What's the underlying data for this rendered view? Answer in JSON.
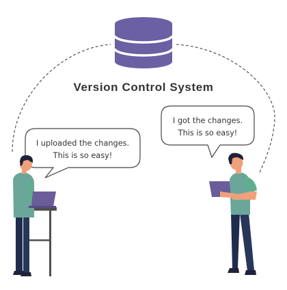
{
  "title": "Version Control System",
  "left_bubble": {
    "line1": "I uploaded the changes.",
    "line2": "This is so easy!"
  },
  "right_bubble": {
    "line1": "I got the changes.",
    "line2": "This is so easy!"
  },
  "icons": {
    "database": "database-icon",
    "left_person": "person-with-laptop-at-desk",
    "right_person": "person-holding-laptop"
  },
  "colors": {
    "database": "#6b60a3",
    "title": "#333333",
    "bubble_stroke": "#444444",
    "dashed_line": "#444444",
    "shirt": "#6aa79a",
    "sleeve": "#5cb08e",
    "pants": "#1f2c4d",
    "hair": "#1f2238",
    "skin": "#f0a07a",
    "laptop": "#6a5d99",
    "desk": "#4f4f4f"
  }
}
